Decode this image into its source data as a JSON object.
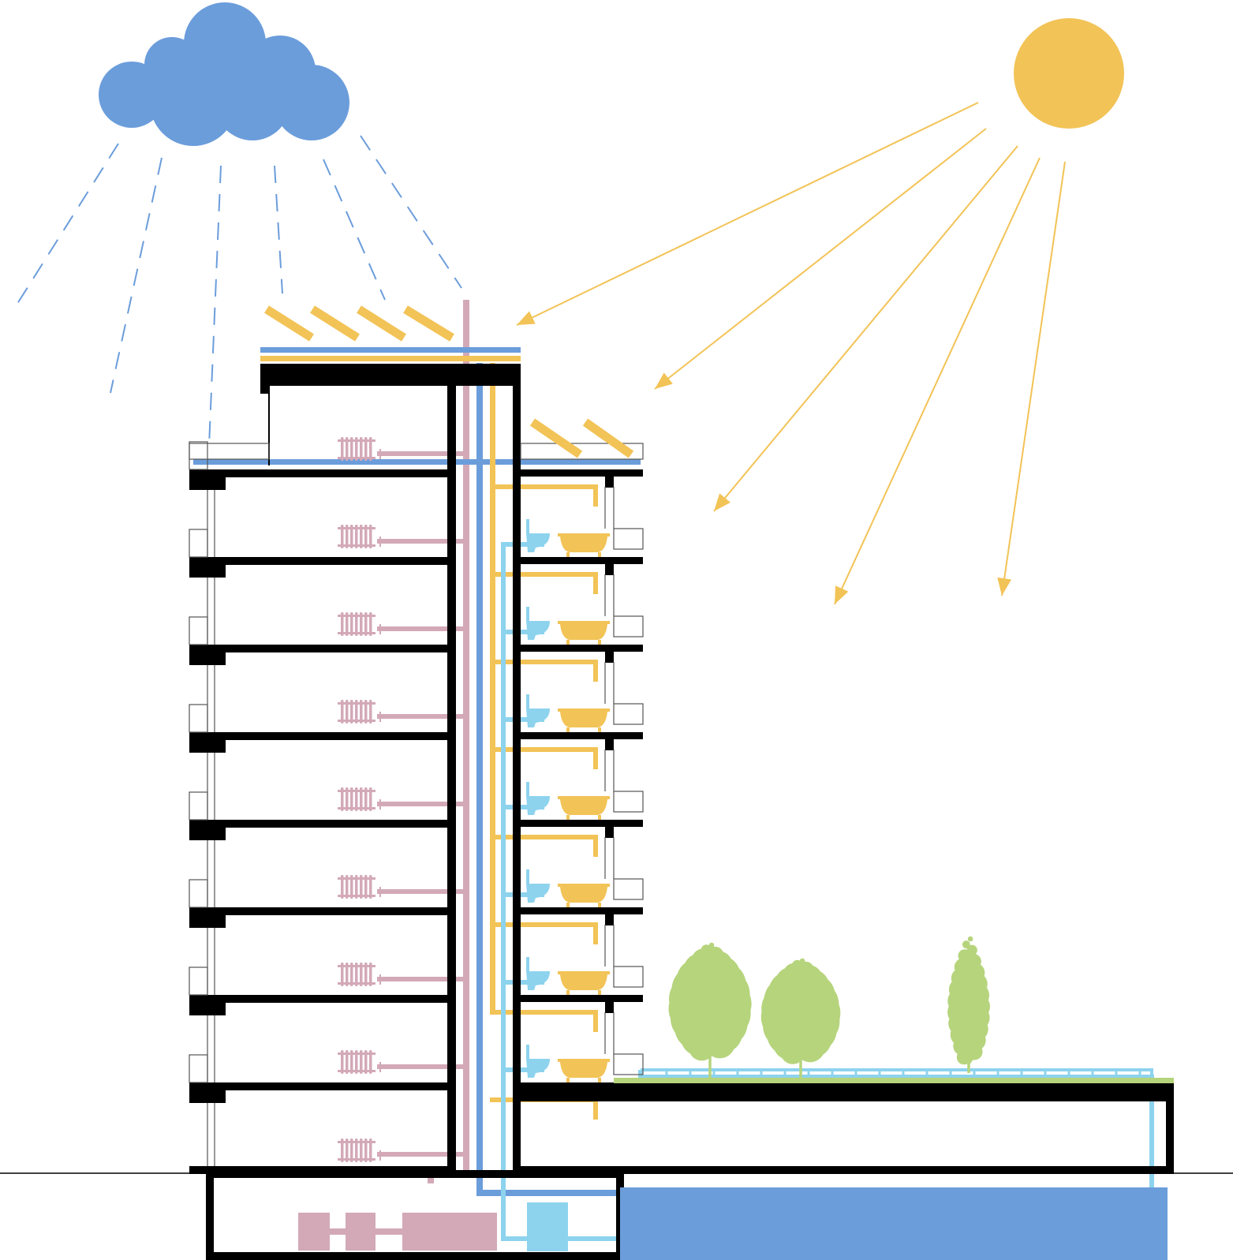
{
  "diagram": {
    "kind": "building-section-sustainability",
    "floors_upper": 9,
    "courtyard_trees": 3,
    "colors": {
      "structure": "#000000",
      "rain": "#6b9ddb",
      "cloud": "#6b9ddb",
      "sun": "#f2c356",
      "solar_hot_water": "#f2c356",
      "heating": "#d3a9b8",
      "grey_water": "#8dd3ee",
      "rainwater": "#6b9ddb",
      "tank": "#6b9ddb",
      "greenery": "#b6d47c",
      "thin_line": "#555555"
    },
    "icons": [
      "cloud-icon",
      "sun-icon",
      "solar-panel-icon",
      "radiator-icon",
      "bathtub-icon",
      "toilet-icon",
      "tree-icon",
      "rainwater-tank-icon",
      "pump-icon"
    ]
  }
}
